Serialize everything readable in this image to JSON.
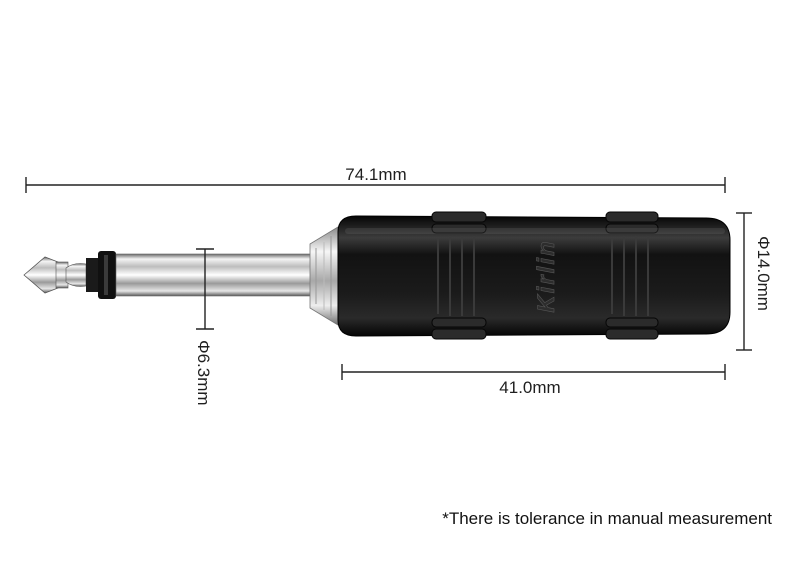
{
  "dimensions": {
    "overall_length": "74.1mm",
    "body_length": "41.0mm",
    "body_diameter": "Φ14.0mm",
    "plug_diameter": "Φ6.3mm"
  },
  "brand": "Kirlin",
  "note": "*There is tolerance in manual measurement",
  "colors": {
    "body": "#141414",
    "metal": "#c9c9c9",
    "dimension_line": "#222222"
  }
}
